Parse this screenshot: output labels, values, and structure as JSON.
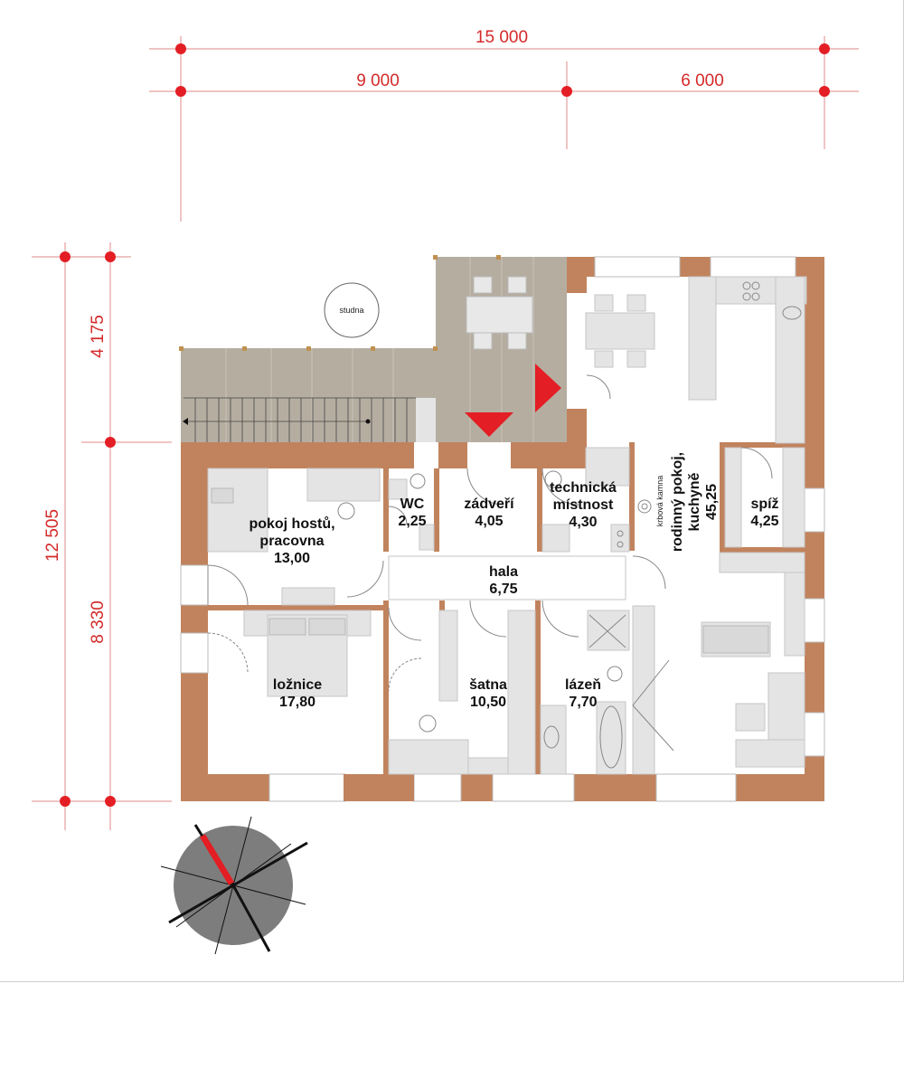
{
  "dimensions": {
    "top_total": "15 000",
    "top_left": "9 000",
    "top_right": "6 000",
    "left_total": "12 505",
    "left_upper": "4 175",
    "left_lower": "8 330"
  },
  "labels": {
    "well": "studna",
    "fireplace": "krbová kamna"
  },
  "rooms": [
    {
      "name": "pokoj hostů,\npracovna",
      "area": "13,00"
    },
    {
      "name": "WC",
      "area": "2,25"
    },
    {
      "name": "zádveří",
      "area": "4,05"
    },
    {
      "name": "technická\nmístnost",
      "area": "4,30"
    },
    {
      "name": "rodinný pokoj,\nkuchyně",
      "area": "45,25"
    },
    {
      "name": "spíž",
      "area": "4,25"
    },
    {
      "name": "hala",
      "area": "6,75"
    },
    {
      "name": "ložnice",
      "area": "17,80"
    },
    {
      "name": "šatna",
      "area": "10,50"
    },
    {
      "name": "lázeň",
      "area": "7,70"
    }
  ],
  "colors": {
    "wall": "#c1835d",
    "terrace": "#b5ada0",
    "furniture": "#e4e4e4",
    "dimension": "#d42a2a",
    "compass": "#7d7d7d"
  }
}
